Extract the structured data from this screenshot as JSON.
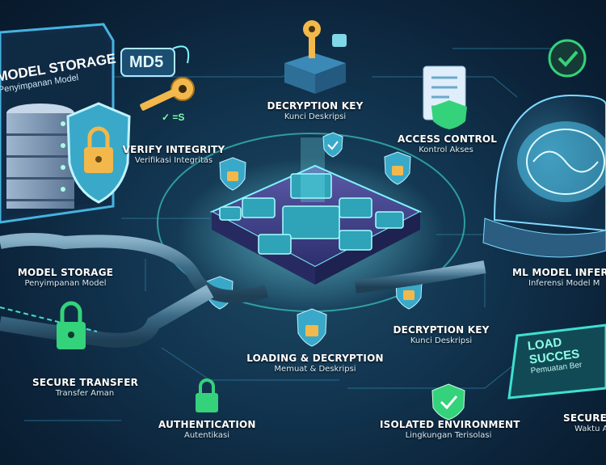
{
  "top_left_panel": {
    "title": "MODEL STORAGE",
    "subtitle": "Penyimpanan Model"
  },
  "md5_badge": "MD5",
  "checksum_text": "✓ =S",
  "labels": {
    "decryption_key_top": {
      "title": "DECRYPTION KEY",
      "subtitle": "Kunci Deskripsi"
    },
    "verify_integrity": {
      "title": "VERIFY INTEGRITY",
      "subtitle": "Verifikasi Integritas"
    },
    "access_control": {
      "title": "ACCESS CONTROL",
      "subtitle": "Kontrol Akses"
    },
    "model_storage": {
      "title": "MODEL STORAGE",
      "subtitle": "Penyimpanan Model"
    },
    "ml_model_inference": {
      "title": "ML MODEL INFERE",
      "subtitle": "Inferensi Model M"
    },
    "decryption_key_bottom": {
      "title": "DECRYPTION KEY",
      "subtitle": "Kunci Deskripsi"
    },
    "loading_decryption": {
      "title": "LOADING & DECRYPTION",
      "subtitle": "Memuat & Deskripsi"
    },
    "secure_transfer": {
      "title": "SECURE TRANSFER",
      "subtitle": "Transfer Aman"
    },
    "authentication": {
      "title": "AUTHENTICATION",
      "subtitle": "Autentikasi"
    },
    "isolated_environment": {
      "title": "ISOLATED ENVIRONMENT",
      "subtitle": "Lingkungan Terisolasi"
    },
    "secure_partial": {
      "title": "SECURE",
      "subtitle": "Waktu A"
    }
  },
  "load_success_panel": {
    "title": "LOAD SUCCES",
    "subtitle": "Pemuatan Ber"
  },
  "colors": {
    "accent": "#3fe0d0",
    "glow": "#7ff6ff",
    "shield": "#3aa9c9",
    "lock": "#f2b84b",
    "check": "#34d27a"
  }
}
